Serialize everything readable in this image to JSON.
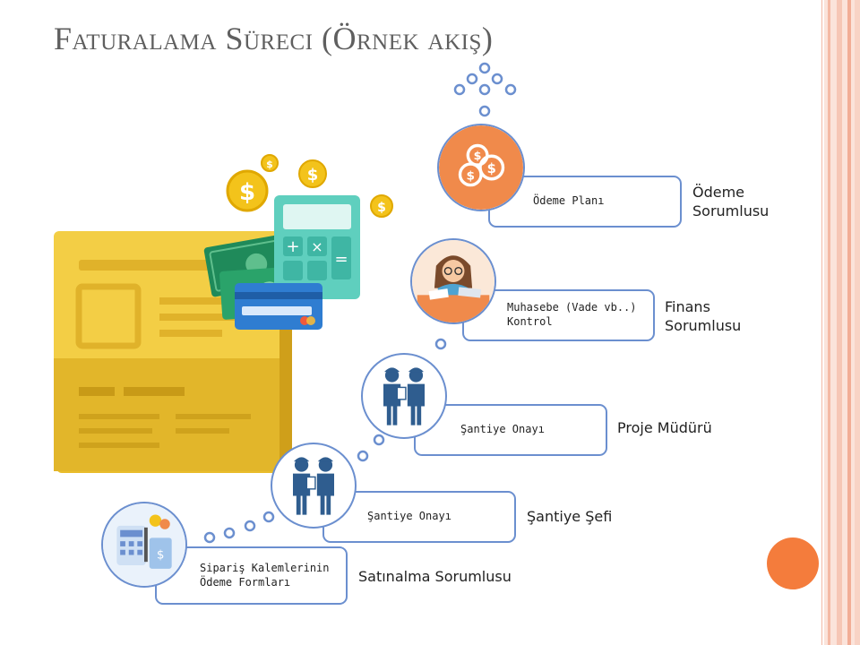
{
  "slide": {
    "title": "Faturalama Süreci (Örnek akış)"
  },
  "steps": [
    {
      "box_text": "Sipariş Kalemlerinin Ödeme Formları",
      "role": "Satınalma Sorumlusu",
      "icon": "calculator-cash-icon"
    },
    {
      "box_text": "Şantiye Onayı",
      "role": "Şantiye Şefi",
      "icon": "workers-icon"
    },
    {
      "box_text": "Şantiye Onayı",
      "role": "Proje Müdürü",
      "icon": "workers-icon"
    },
    {
      "box_text": "Muhasebe (Vade vb..) Kontrol",
      "role": "Finans Sorumlusu",
      "icon": "accountant-icon"
    },
    {
      "box_text": "Ödeme Planı",
      "role": "Ödeme Sorumlusu",
      "icon": "coins-icon"
    }
  ],
  "colors": {
    "box_border": "#6b8fcf",
    "dot": "#6b8fcf",
    "accent_orange": "#f47c3c",
    "title": "#5f5f5f"
  }
}
